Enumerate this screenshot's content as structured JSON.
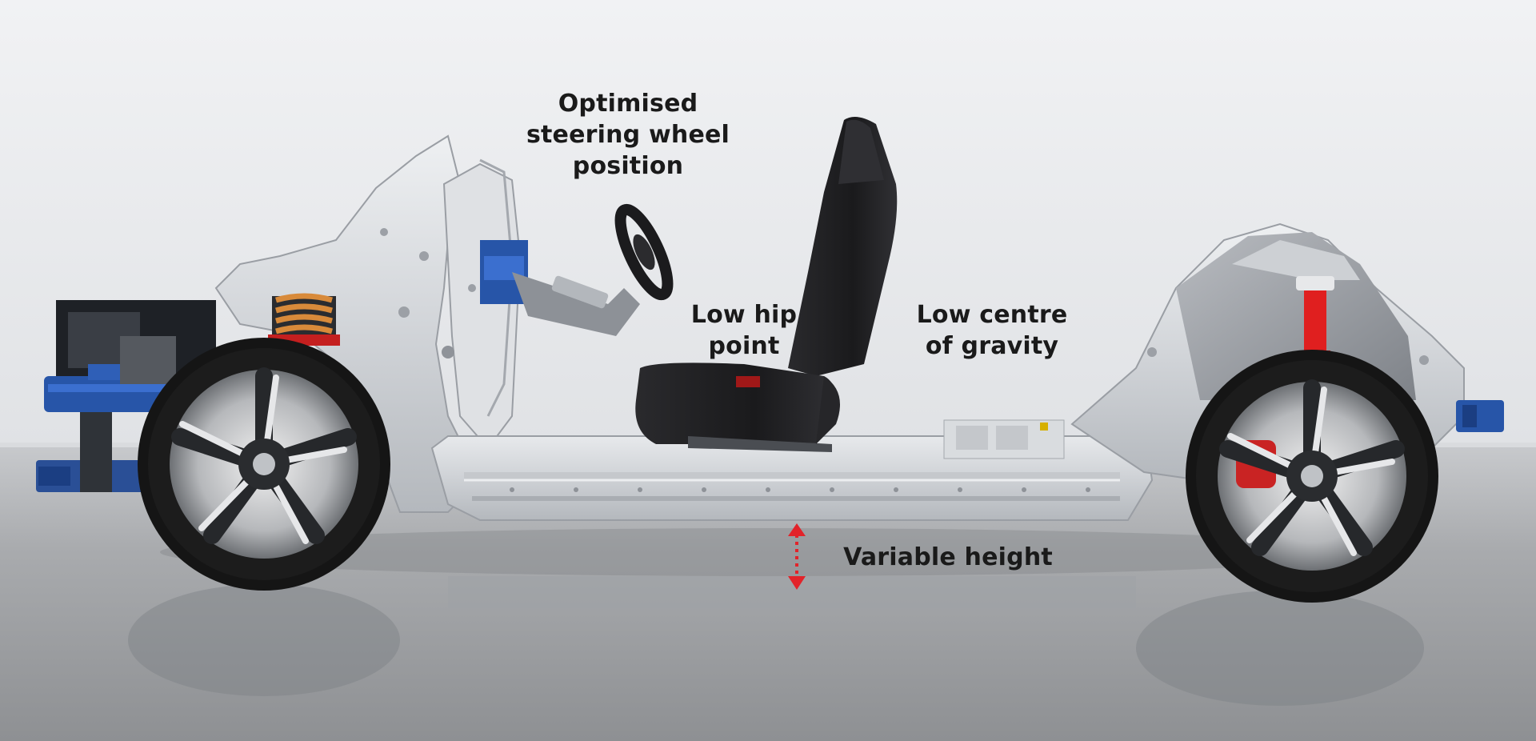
{
  "annotations": {
    "steering": "Optimised\nsteering wheel\nposition",
    "hip_point": "Low hip\npoint",
    "gravity": "Low centre\nof gravity",
    "height": "Variable height"
  },
  "colors": {
    "background": "#eef0f2",
    "floor": "#a8aaad",
    "chassis": "#d5d8dc",
    "accent_blue": "#2755a8",
    "spring_orange": "#d88a3a",
    "strut_red": "#e02020",
    "arrow_red": "#e2232a",
    "seat": "#1c1c1e",
    "tyre": "#151515",
    "label_text": "#1a1a1a"
  },
  "icons": {
    "height_arrow": "double-headed-vertical-arrow"
  }
}
